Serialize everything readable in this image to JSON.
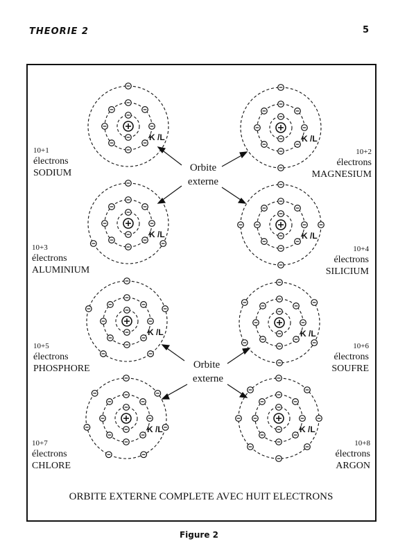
{
  "page": {
    "section_title": "THEORIE 2",
    "page_number": "5",
    "figure_caption": "Figure 2"
  },
  "diagram": {
    "footer_text": "ORBITE EXTERNE COMPLETE AVEC HUIT ELECTRONS",
    "nucleus_symbol": "⊕",
    "electron_symbol": "⊖",
    "shell_labels": [
      "K",
      "L"
    ],
    "orbit_labels": [
      {
        "line1": "Orbite",
        "line2": "externe"
      },
      {
        "line1": "Orbite",
        "line2": "externe"
      }
    ],
    "atoms": [
      {
        "name": "SODIUM",
        "count": "10+1",
        "unit": "électrons",
        "outer": 1
      },
      {
        "name": "MAGNESIUM",
        "count": "10+2",
        "unit": "électrons",
        "outer": 2
      },
      {
        "name": "ALUMINIUM",
        "count": "10+3",
        "unit": "électrons",
        "outer": 3
      },
      {
        "name": "SILICIUM",
        "count": "10+4",
        "unit": "électrons",
        "outer": 4
      },
      {
        "name": "PHOSPHORE",
        "count": "10+5",
        "unit": "électrons",
        "outer": 5
      },
      {
        "name": "SOUFRE",
        "count": "10+6",
        "unit": "électrons",
        "outer": 6
      },
      {
        "name": "CHLORE",
        "count": "10+7",
        "unit": "électrons",
        "outer": 7
      },
      {
        "name": "ARGON",
        "count": "10+8",
        "unit": "électrons",
        "outer": 8
      }
    ]
  }
}
